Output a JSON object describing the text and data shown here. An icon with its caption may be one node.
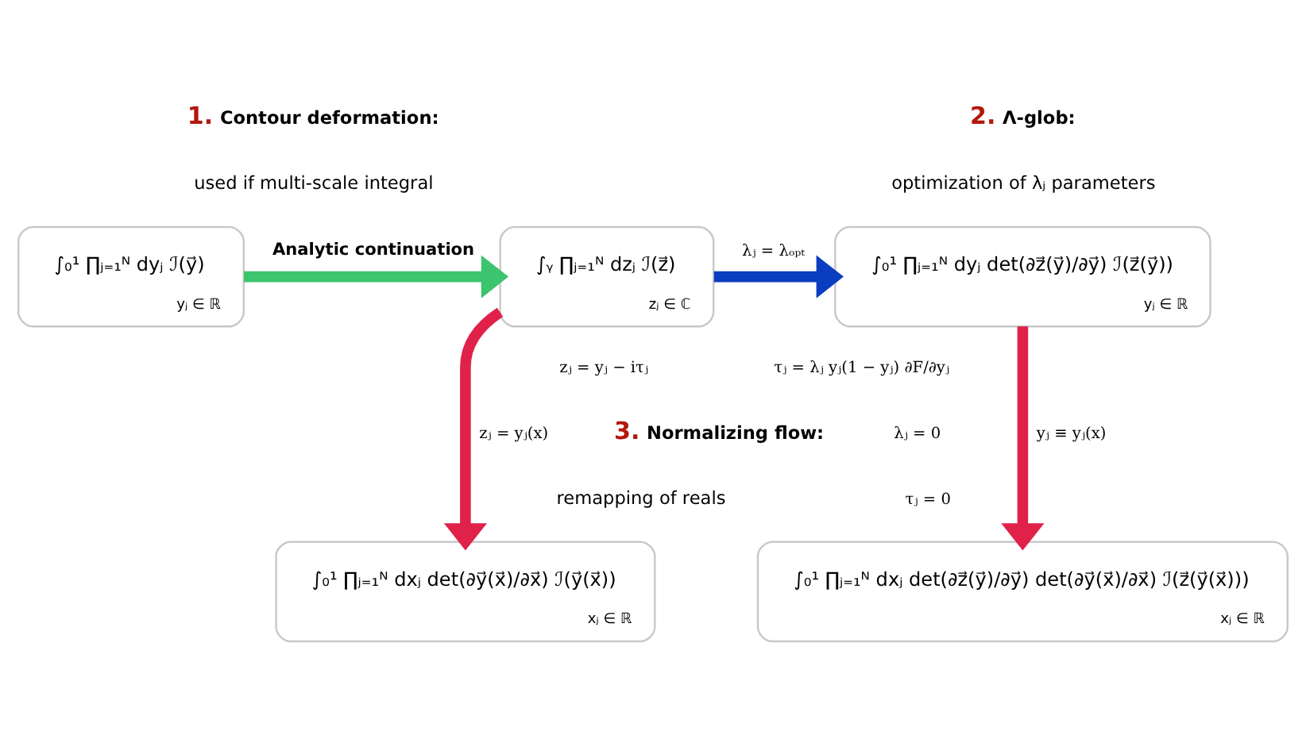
{
  "diagram": {
    "nodes": [
      {
        "text": [
          "∫₀¹ ∏ⱼ₌₁ᴺ dyⱼ ℐ(y⃗)",
          "yⱼ ∈ ℝ"
        ]
      },
      {
        "text": [
          "∫ᵧ ∏ⱼ₌₁ᴺ dzⱼ ℐ(z⃗)",
          "zⱼ ∈ ℂ"
        ]
      },
      {
        "text": [
          "∫₀¹ ∏ⱼ₌₁ᴺ dyⱼ det(∂z⃗(y⃗)/∂y⃗) ℐ(z⃗(y⃗))",
          "yⱼ ∈ ℝ"
        ]
      },
      {
        "text": [
          "∫₀¹ ∏ⱼ₌₁ᴺ dxⱼ det(∂y⃗(x⃗)/∂x⃗) ℐ(y⃗(x⃗))",
          "xⱼ ∈ ℝ"
        ]
      },
      {
        "text": [
          "∫₀¹ ∏ⱼ₌₁ᴺ dxⱼ det(∂z⃗(y⃗)/∂y⃗) det(∂y⃗(x⃗)/∂x⃗) ℐ(z⃗(y⃗(x⃗)))",
          "xⱼ ∈ ℝ"
        ]
      }
    ],
    "edges": [
      {
        "from": 0,
        "to": 1,
        "arrow": "to",
        "label": "Analytic continuation",
        "color": "#3cc46e"
      },
      {
        "from": 1,
        "to": 2,
        "arrow": "to",
        "label": "λⱼ = λₒₚₜ",
        "color": "#0a3dbf"
      },
      {
        "from": 1,
        "to": 3,
        "arrow": "to",
        "label": "zⱼ = yⱼ(x)"
      },
      {
        "from": 2,
        "to": 4,
        "arrow": "to",
        "label": "yⱼ ≡ yⱼ(x)"
      }
    ],
    "labels": [
      "1. Contour deformation:",
      "used if multi-scale integral",
      "2. Λ-glob:",
      "optimization of λⱼ parameters",
      "zⱼ = yⱼ − iτⱼ",
      "τⱼ = λⱼ yⱼ(1 − yⱼ) ∂F/∂yⱼ",
      "3. Normalizing flow:",
      "remapping of reals",
      "λⱼ = 0",
      "τⱼ = 0"
    ]
  }
}
